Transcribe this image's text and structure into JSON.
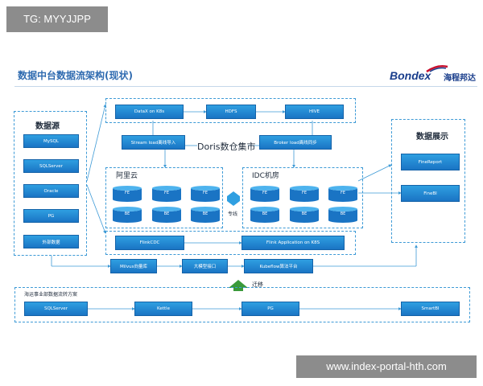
{
  "tag": "TG: MYYJJPP",
  "title": "数据中台数据流架构(现状)",
  "logo": {
    "brand": "Bondex",
    "cn": "海程邦达"
  },
  "sources": {
    "title": "数据源",
    "items": [
      "MySQL",
      "SQLServer",
      "Oracle",
      "PG",
      "外部数据"
    ]
  },
  "top_pipeline": {
    "datax": "DataX on K8s",
    "hdfs": "HDFS",
    "hive": "HIVE",
    "stream_load": "Stream load离线导入",
    "broker_load": "Broker load离线同步",
    "doris": "Doris数仓集市"
  },
  "aliyun": {
    "title": "阿里云",
    "fe": [
      "FE",
      "FE",
      "FE"
    ],
    "be": [
      "BE",
      "BE",
      "BE"
    ]
  },
  "idc": {
    "title": "IDC机房",
    "fe": [
      "FE",
      "FE",
      "FE"
    ],
    "be": [
      "BE",
      "BE",
      "BE"
    ]
  },
  "link_label": "专线",
  "flink_row": {
    "cdc": "FlinkCDC",
    "app": "Flink Application on K8S"
  },
  "bottom_row": {
    "milvus": "Milvus向量库",
    "model": "大模型接口",
    "kubeflow": "Kubeflow算法平台"
  },
  "migrate_label": "迁移",
  "display": {
    "title": "数据展示",
    "items": [
      "FineReport",
      "FineBI"
    ]
  },
  "shipping": {
    "title": "海运事业部数据流转方案",
    "items": [
      "SQLServer",
      "Kettle",
      "PG",
      "SmartBI"
    ]
  },
  "watermark": "www.index-portal-hth.com",
  "colors": {
    "accent": "#1a74c4",
    "dash": "#3d9ad6",
    "title": "#2f6bb0"
  }
}
